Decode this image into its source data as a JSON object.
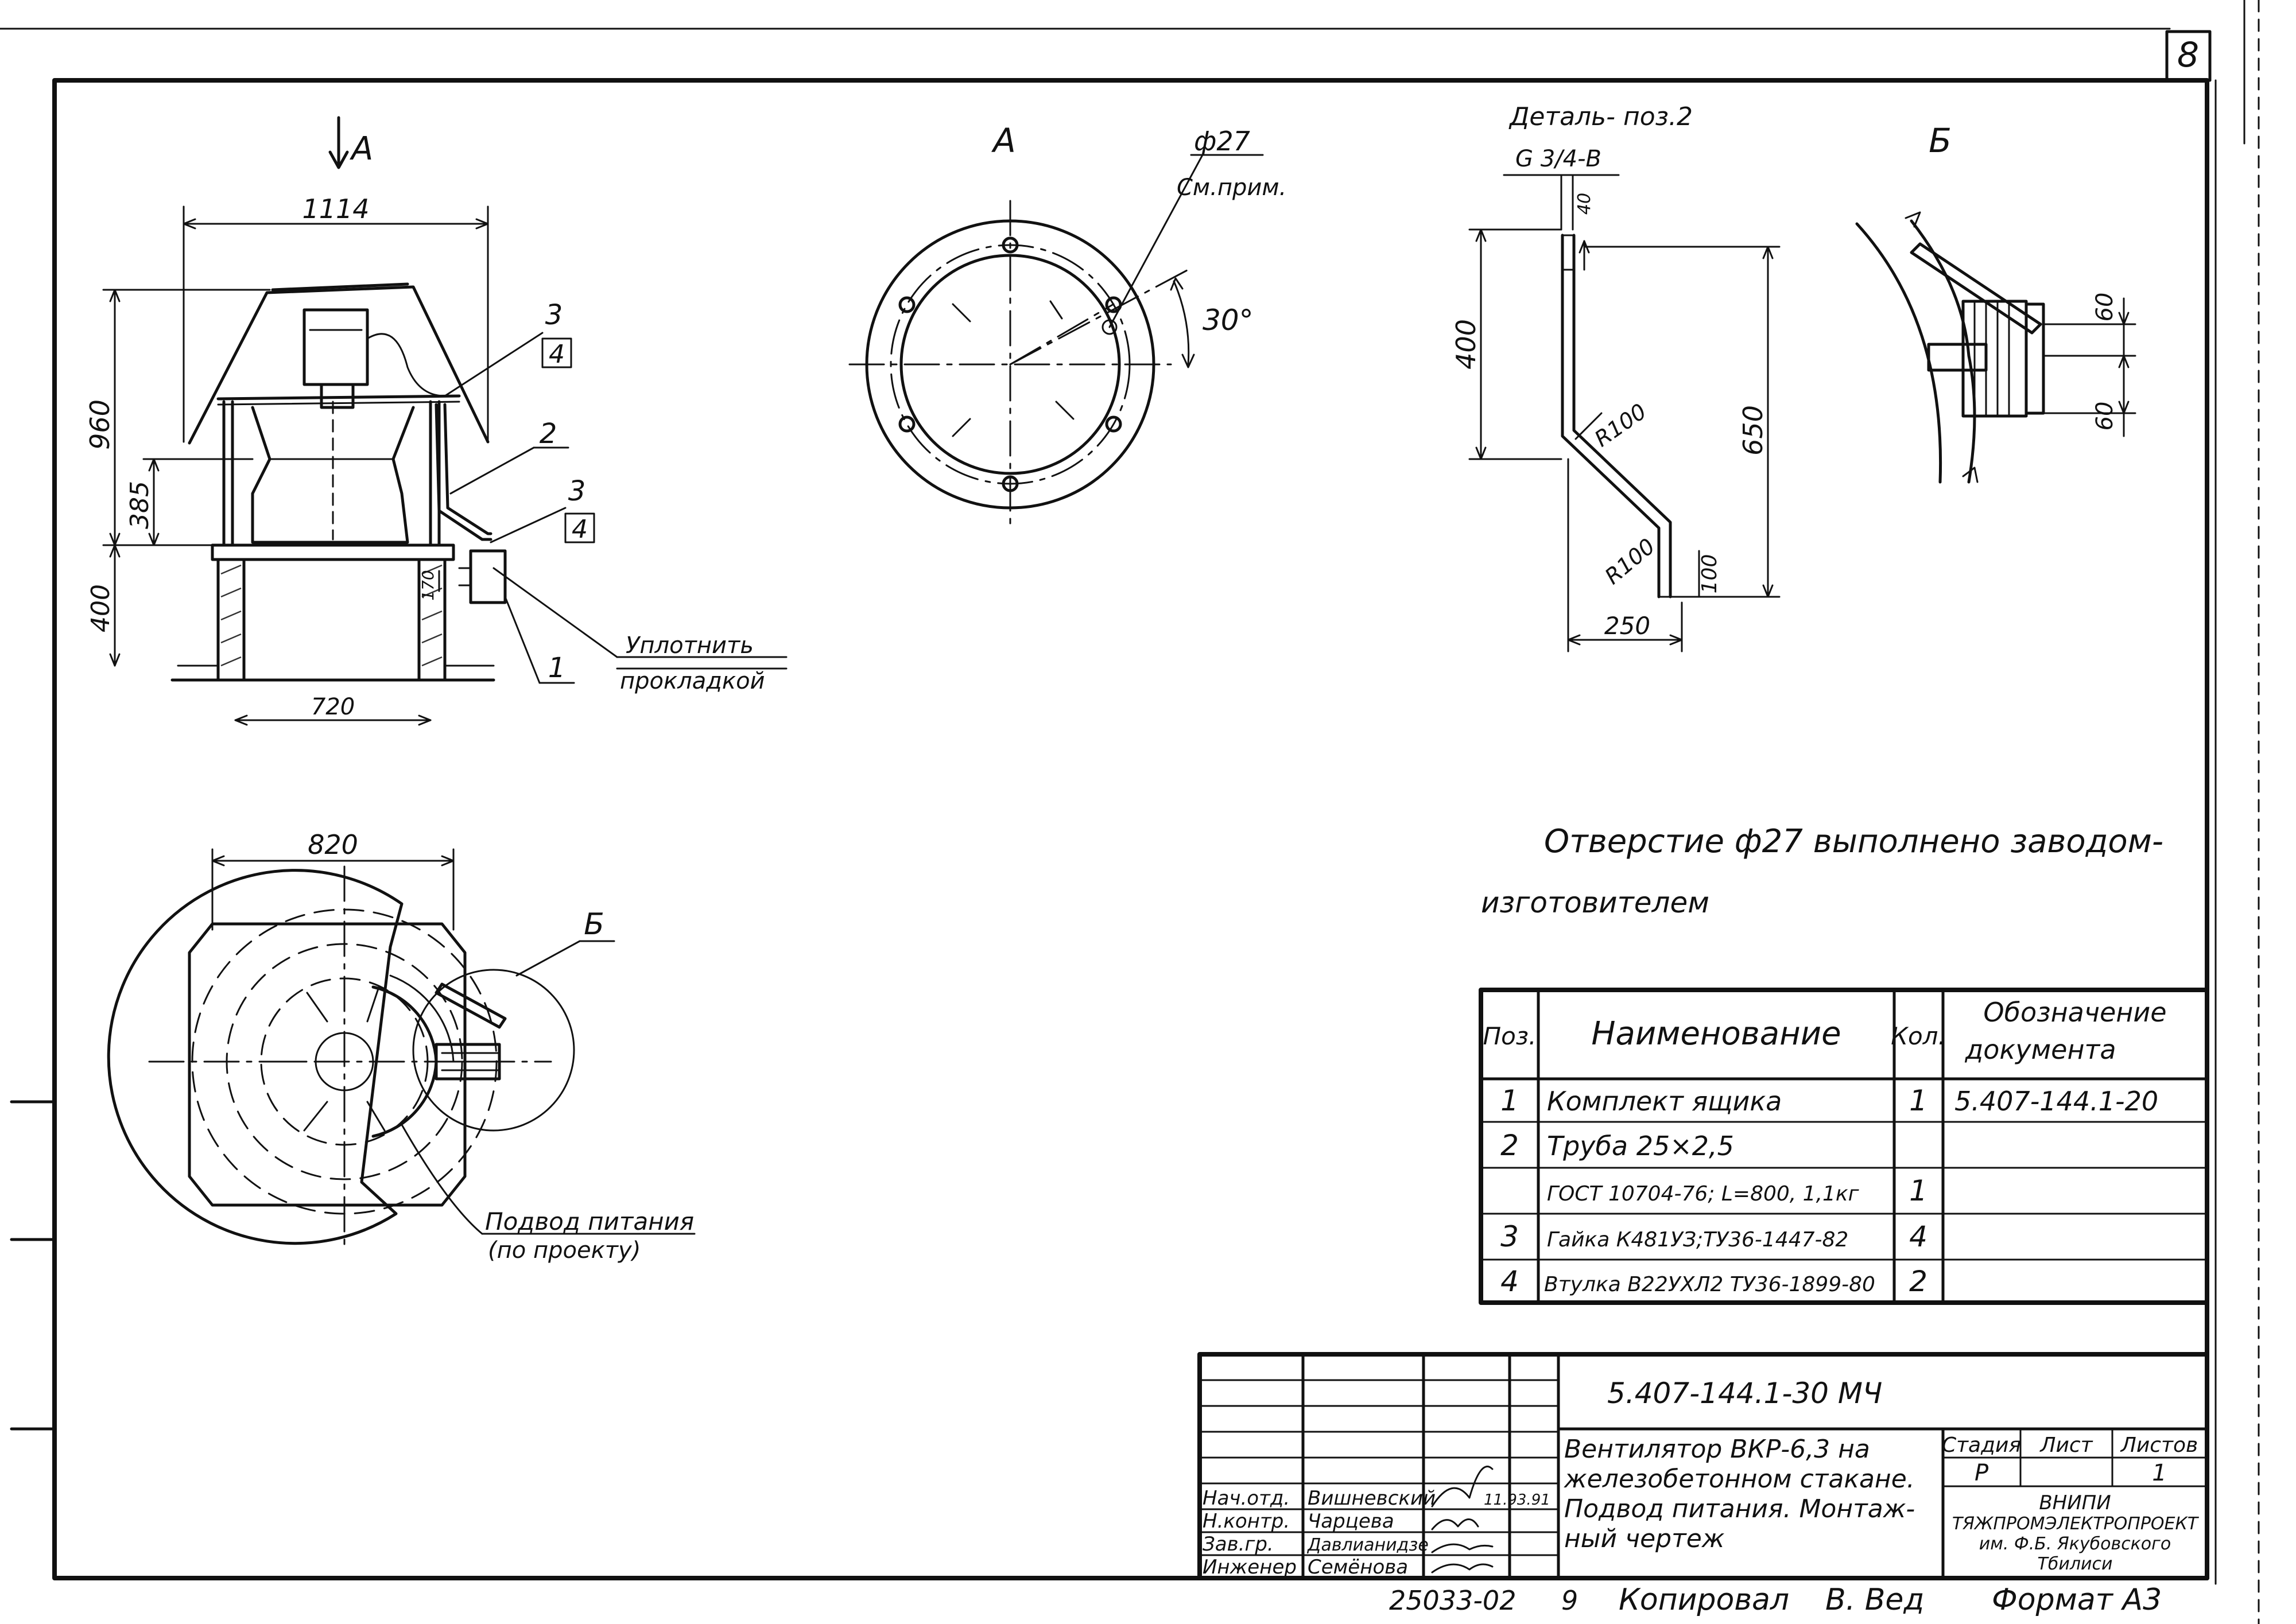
{
  "sheet": {
    "page_number": "8",
    "doc_code": "5.407-144.1-30 МЧ",
    "copy_number": "25033-02",
    "copy_sheet": "9",
    "copied_by": "Копировал",
    "copier_name": "В. Вед",
    "format": "Формат А3"
  },
  "view_main": {
    "view_arrow_label": "А",
    "dim_top": "1114",
    "dim_960": "960",
    "dim_385": "385",
    "dim_400": "400",
    "dim_170": "170",
    "dim_bottom": "720",
    "callout_2": "2",
    "callout_3a": "3",
    "callout_4a": "4",
    "callout_3b": "3",
    "callout_4b": "4",
    "callout_1": "1",
    "seal_note_line1": "Уплотнить",
    "seal_note_line2": "прокладкой"
  },
  "view_a": {
    "title": "А",
    "hole_dia": "ф27",
    "see_note": "См.прим.",
    "angle": "30°"
  },
  "detail_2": {
    "title": "Деталь- поз.2",
    "thread": "G 3/4-В",
    "dim_40": "40",
    "dim_400": "400",
    "dim_650": "650",
    "radius_top": "R100",
    "radius_bottom": "R100",
    "dim_100": "100",
    "dim_250": "250"
  },
  "view_b": {
    "title": "Б",
    "dim_60_top": "60",
    "dim_60_bottom": "60"
  },
  "view_plan": {
    "dim_820": "820",
    "callout_b": "Б",
    "power_note_line1": "Подвод питания",
    "power_note_line2": "(по проекту)"
  },
  "note": {
    "line1": "Отверстие ф27 выполнено заводом-",
    "line2": "изготовителем"
  },
  "spec_table": {
    "headers": [
      "Поз.",
      "Наименование",
      "Кол.",
      "Обозначение",
      "документа"
    ],
    "rows": [
      {
        "pos": "1",
        "name": "Комплект ящика",
        "qty": "1",
        "doc": "5.407-144.1-20"
      },
      {
        "pos": "2",
        "name": "Труба 25×2,5",
        "qty": "",
        "doc": ""
      },
      {
        "pos": "",
        "name": "ГОСТ 10704-76; L=800, 1,1кг",
        "qty": "1",
        "doc": ""
      },
      {
        "pos": "3",
        "name": "Гайка К481УЗ;ТУ36-1447-82",
        "qty": "4",
        "doc": ""
      },
      {
        "pos": "4",
        "name": "Втулка В22УХЛ2 ТУ36-1899-80",
        "qty": "2",
        "doc": ""
      }
    ]
  },
  "title_block": {
    "roles": [
      "Нач.отд.",
      "Н.контр.",
      "Зав.гр.",
      "Инженер"
    ],
    "names": [
      "Вишневский",
      "Чарцева",
      "Давлианидзе",
      "Семёнова"
    ],
    "date": "11.93.91",
    "title_line1": "Вентилятор ВКР-6,3 на",
    "title_line2": "железобетонном стакане.",
    "title_line3": "Подвод питания. Монтаж-",
    "title_line4": "ный чертеж",
    "stage_header": "Стадия",
    "sheet_header": "Лист",
    "sheets_header": "Листов",
    "stage": "Р",
    "sheets": "1",
    "org_line1": "ВНИПИ",
    "org_line2": "ТЯЖПРОМЭЛЕКТРОПРОЕКТ",
    "org_line3": "им. Ф.Б. Якубовского",
    "org_line4": "Тбилиси"
  }
}
